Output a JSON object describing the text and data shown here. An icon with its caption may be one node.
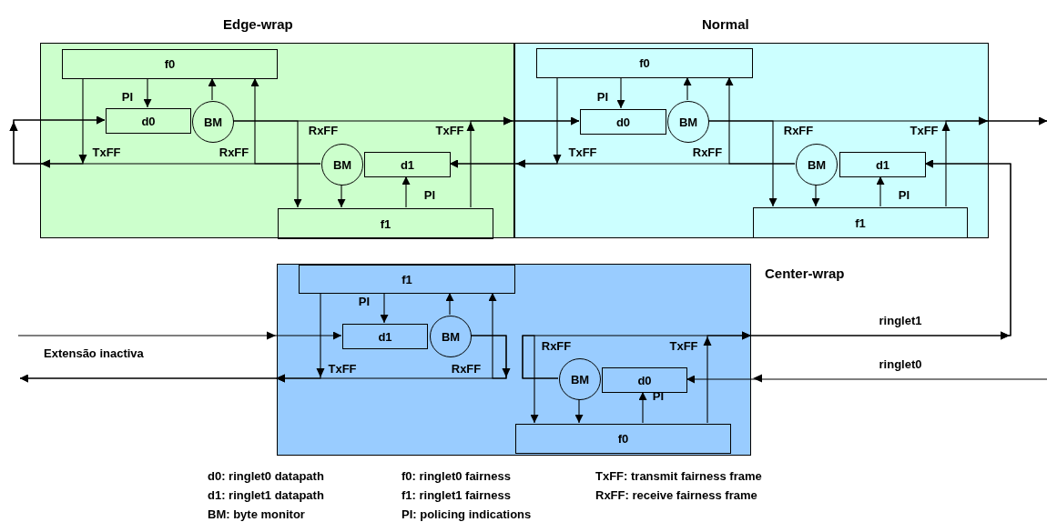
{
  "diagram": {
    "nodes": [
      {
        "text": [
          "Edge-wrap"
        ]
      },
      {
        "text": [
          "f0"
        ],
        "in": 0
      },
      {
        "text": [
          "d0"
        ],
        "in": 0
      },
      {
        "text": [
          "BM"
        ],
        "in": 0
      },
      {
        "text": [
          "BM"
        ],
        "in": 0
      },
      {
        "text": [
          "d1"
        ],
        "in": 0
      },
      {
        "text": [
          "f1"
        ],
        "in": 0
      },
      {
        "text": [
          "Normal"
        ]
      },
      {
        "text": [
          "f0"
        ],
        "in": 7
      },
      {
        "text": [
          "d0"
        ],
        "in": 7
      },
      {
        "text": [
          "BM"
        ],
        "in": 7
      },
      {
        "text": [
          "BM"
        ],
        "in": 7
      },
      {
        "text": [
          "d1"
        ],
        "in": 7
      },
      {
        "text": [
          "f1"
        ],
        "in": 7
      },
      {
        "text": [
          "Center-wrap"
        ]
      },
      {
        "text": [
          "f1"
        ],
        "in": 14
      },
      {
        "text": [
          "d1"
        ],
        "in": 14
      },
      {
        "text": [
          "BM"
        ],
        "in": 14
      },
      {
        "text": [
          "BM"
        ],
        "in": 14
      },
      {
        "text": [
          "d0"
        ],
        "in": 14
      },
      {
        "text": [
          "f0"
        ],
        "in": 14
      }
    ],
    "edges": [
      {
        "from": 1,
        "to": 2,
        "arrow": "to",
        "label": "PI"
      },
      {
        "from": 3,
        "to": 1,
        "arrow": "to"
      },
      {
        "from": 1,
        "to": 2,
        "arrow": "to",
        "label": "TxFF"
      },
      {
        "from": 4,
        "to": 1,
        "arrow": "to",
        "label": "RxFF"
      },
      {
        "from": 4,
        "to": 2,
        "arrow": "to"
      },
      {
        "from": 3,
        "to": 9,
        "arrow": "to"
      },
      {
        "from": 3,
        "to": 6,
        "arrow": "to",
        "label": "RxFF"
      },
      {
        "from": 6,
        "to": 9,
        "arrow": "to",
        "label": "TxFF"
      },
      {
        "from": 4,
        "to": 6,
        "arrow": "to"
      },
      {
        "from": 6,
        "to": 5,
        "arrow": "to",
        "label": "PI"
      },
      {
        "from": 11,
        "to": 5,
        "arrow": "to"
      },
      {
        "from": 8,
        "to": 9,
        "arrow": "to",
        "label": "PI"
      },
      {
        "from": 10,
        "to": 8,
        "arrow": "to"
      },
      {
        "from": 8,
        "to": 5,
        "arrow": "to",
        "label": "TxFF"
      },
      {
        "from": 11,
        "to": 8,
        "arrow": "to",
        "label": "RxFF"
      },
      {
        "from": 10,
        "to": null,
        "arrow": "to"
      },
      {
        "from": 10,
        "to": 13,
        "arrow": "to",
        "label": "RxFF"
      },
      {
        "from": 13,
        "to": null,
        "arrow": "to",
        "label": "TxFF"
      },
      {
        "from": 18,
        "to": 12,
        "arrow": "to",
        "label": "ringlet1"
      },
      {
        "from": 18,
        "to": 20,
        "arrow": "to",
        "label": "RxFF"
      },
      {
        "from": 20,
        "to": 12,
        "arrow": "to",
        "label": "TxFF"
      },
      {
        "from": 18,
        "to": 20,
        "arrow": "to"
      },
      {
        "from": 20,
        "to": 19,
        "arrow": "to",
        "label": "PI"
      },
      {
        "from": null,
        "to": 19,
        "arrow": "to",
        "label": "ringlet0"
      },
      {
        "from": null,
        "to": 16,
        "arrow": "to"
      },
      {
        "from": 15,
        "to": 16,
        "arrow": "to",
        "label": "PI"
      },
      {
        "from": 17,
        "to": 15,
        "arrow": "to"
      },
      {
        "from": 17,
        "to": null,
        "arrow": "to"
      },
      {
        "from": 17,
        "to": 15,
        "arrow": "to",
        "label": "RxFF"
      },
      {
        "from": 15,
        "to": null,
        "arrow": "to",
        "label": "TxFF"
      },
      {
        "from": 11,
        "to": 13,
        "arrow": "to"
      },
      {
        "from": 13,
        "to": 12,
        "arrow": "to",
        "label": "PI"
      }
    ],
    "labels": [
      "Extensão inactiva",
      "d0: ringlet0 datapath",
      "f0: ringlet0 fairness",
      "TxFF: transmit fairness frame",
      "d1: ringlet1 datapath",
      "f1: ringlet1 fairness",
      "RxFF: receive fairness frame",
      "BM: byte monitor",
      "PI: policing indications"
    ]
  }
}
